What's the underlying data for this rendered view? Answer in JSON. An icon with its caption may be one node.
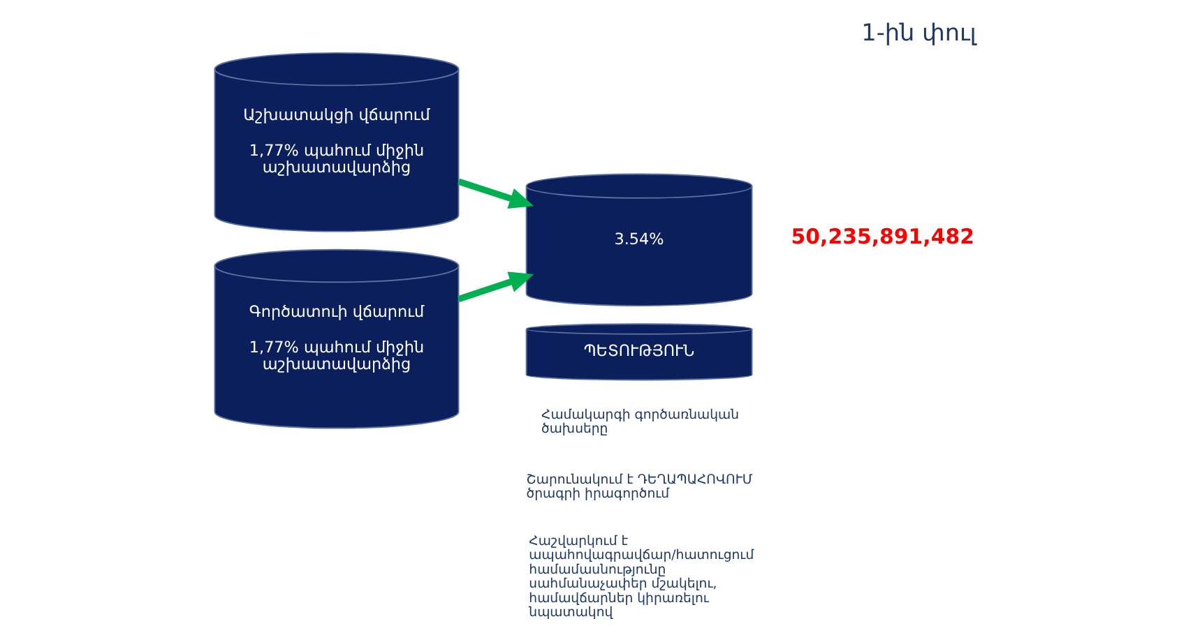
{
  "diagram": {
    "title": "1-ին փուլ",
    "nodes": [
      {
        "text": [
          "Աշխատակցի վճարում",
          "1,77% պահում միջին աշխատավարձից"
        ]
      },
      {
        "text": [
          "Գործատուի վճարում",
          "1,77% պահում միջին աշխատավարձից"
        ]
      },
      {
        "text": [
          "3.54%"
        ],
        "beside": [
          "50,235,891,482"
        ]
      },
      {
        "text": [
          "ՊԵՏՈՒԹՅՈՒՆ"
        ]
      }
    ],
    "edges": [
      {
        "from": 0,
        "to": 2,
        "arrow": "to"
      },
      {
        "from": 1,
        "to": 2,
        "arrow": "to"
      }
    ],
    "labels": [
      "Համակարգի գործառնական ծախսերը",
      "Շարունակում է ԴԵՂԱՊԱՀՈՎՈՒՄ ծրագրի իրագործում",
      "Հաշվարկում է ապահովագրավճար/հատուցում համամասնությունը սահմանաչափեր մշակելու, համավճարներ կիրառելու նպատակով"
    ]
  }
}
